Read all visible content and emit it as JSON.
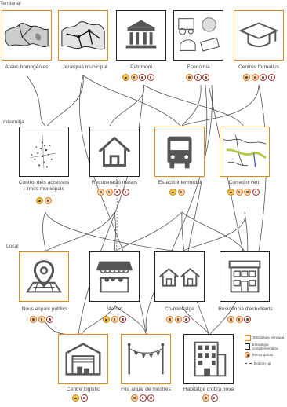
{
  "levels": {
    "territorial": "Territorial",
    "intermitja": "Intermitja",
    "local": "Local"
  },
  "nodes": {
    "arees": "Àrees homogènies",
    "jerarquia": "Jerarquia municipal",
    "patrimoni": "Patrimoni",
    "economia": "Economia",
    "centres": "Centres formatius",
    "control1": "Control dels accessos",
    "control2": "i límits municipals",
    "recuperacio": "Recuperació masos",
    "estacio": "Estació intermodal",
    "corredor": "Corredor verd",
    "nous": "Nous espais públics",
    "mercat": "Mercat",
    "cohab": "Co-habitatge",
    "residencia": "Residència d'estudiants",
    "logistic": "Centre logístic",
    "fira": "Fira anual de mostres",
    "habitatge": "Habitatge d'obra nova"
  },
  "legend": {
    "primary": "Estratègia principal",
    "complementary": "Estratègia complementària",
    "implied": "Ítem implicat",
    "bottom_up": "Bottom-up"
  },
  "colors": {
    "primary_border": "#e08a1e",
    "complementary_border": "#222222",
    "icon_yellow": "#f2c24a",
    "icon_orange": "#e07a1e",
    "icon_red": "#a52a2a",
    "connector": "#555555"
  }
}
